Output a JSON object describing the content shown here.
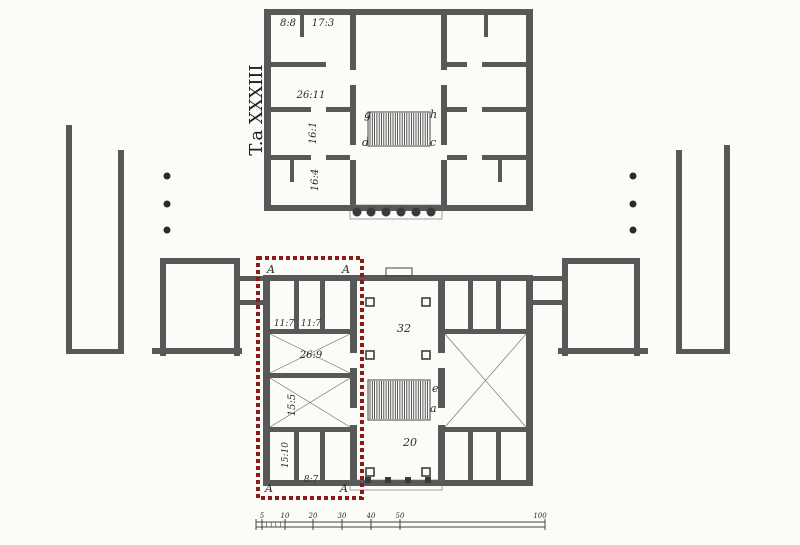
{
  "plate_label": "T.a XXXIII",
  "upper_plan": {
    "room_labels": [
      "8:8",
      "17:3",
      "26:11",
      "16:1",
      "16:4"
    ],
    "stair_letters": [
      "g",
      "h",
      "d",
      "c"
    ]
  },
  "lower_plan": {
    "room_labels": [
      "32",
      "20",
      "11:7",
      "11:7",
      "26:9",
      "15:5",
      "15:10",
      "8:7"
    ],
    "stair_letters": [
      "e",
      "a"
    ],
    "highlight_corner_letters": [
      "A",
      "A",
      "A",
      "A"
    ]
  },
  "scale_bar": {
    "tick_labels": [
      "5",
      "10",
      "20",
      "30",
      "40",
      "50",
      "100"
    ]
  },
  "colors": {
    "paper": "#fbfbf8",
    "wall": "#585858",
    "highlight": "#8b1a1a"
  }
}
